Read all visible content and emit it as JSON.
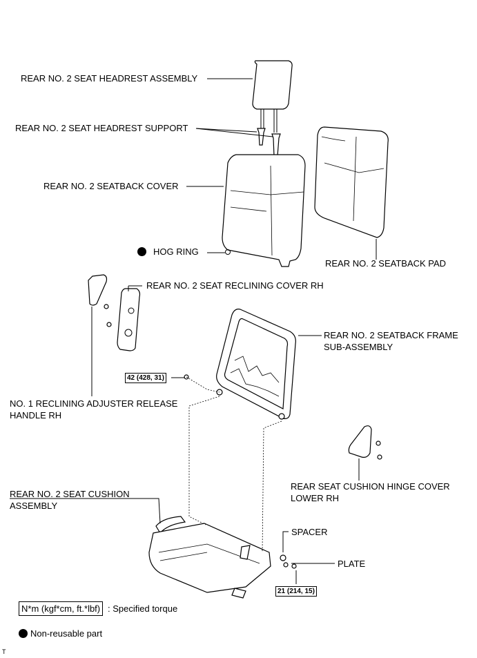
{
  "labels": {
    "headrest_assembly": "REAR NO. 2 SEAT HEADREST ASSEMBLY",
    "headrest_support": "REAR NO. 2 SEAT HEADREST SUPPORT",
    "seatback_cover": "REAR NO. 2 SEATBACK COVER",
    "hog_ring": "HOG RING",
    "seatback_pad": "REAR NO. 2 SEATBACK PAD",
    "reclining_cover": "REAR NO. 2 SEAT RECLINING COVER RH",
    "seatback_frame_line1": "REAR NO. 2 SEATBACK FRAME",
    "seatback_frame_line2": "SUB-ASSEMBLY",
    "reclining_handle_line1": "NO. 1 RECLINING ADJUSTER RELEASE",
    "reclining_handle_line2": "HANDLE RH",
    "hinge_cover_line1": "REAR SEAT CUSHION HINGE COVER",
    "hinge_cover_line2": "LOWER RH",
    "seat_cushion_line1": "REAR NO. 2 SEAT CUSHION",
    "seat_cushion_line2": "ASSEMBLY",
    "spacer": "SPACER",
    "plate": "PLATE"
  },
  "torques": {
    "frame_bolt": "42 (428, 31)",
    "cushion_bolt": "21 (214, 15)"
  },
  "legend": {
    "torque_unit": "N*m (kgf*cm, ft.*lbf)",
    "torque_desc": ": Specified torque",
    "non_reusable": "Non-reusable part"
  },
  "corner_mark": "T"
}
